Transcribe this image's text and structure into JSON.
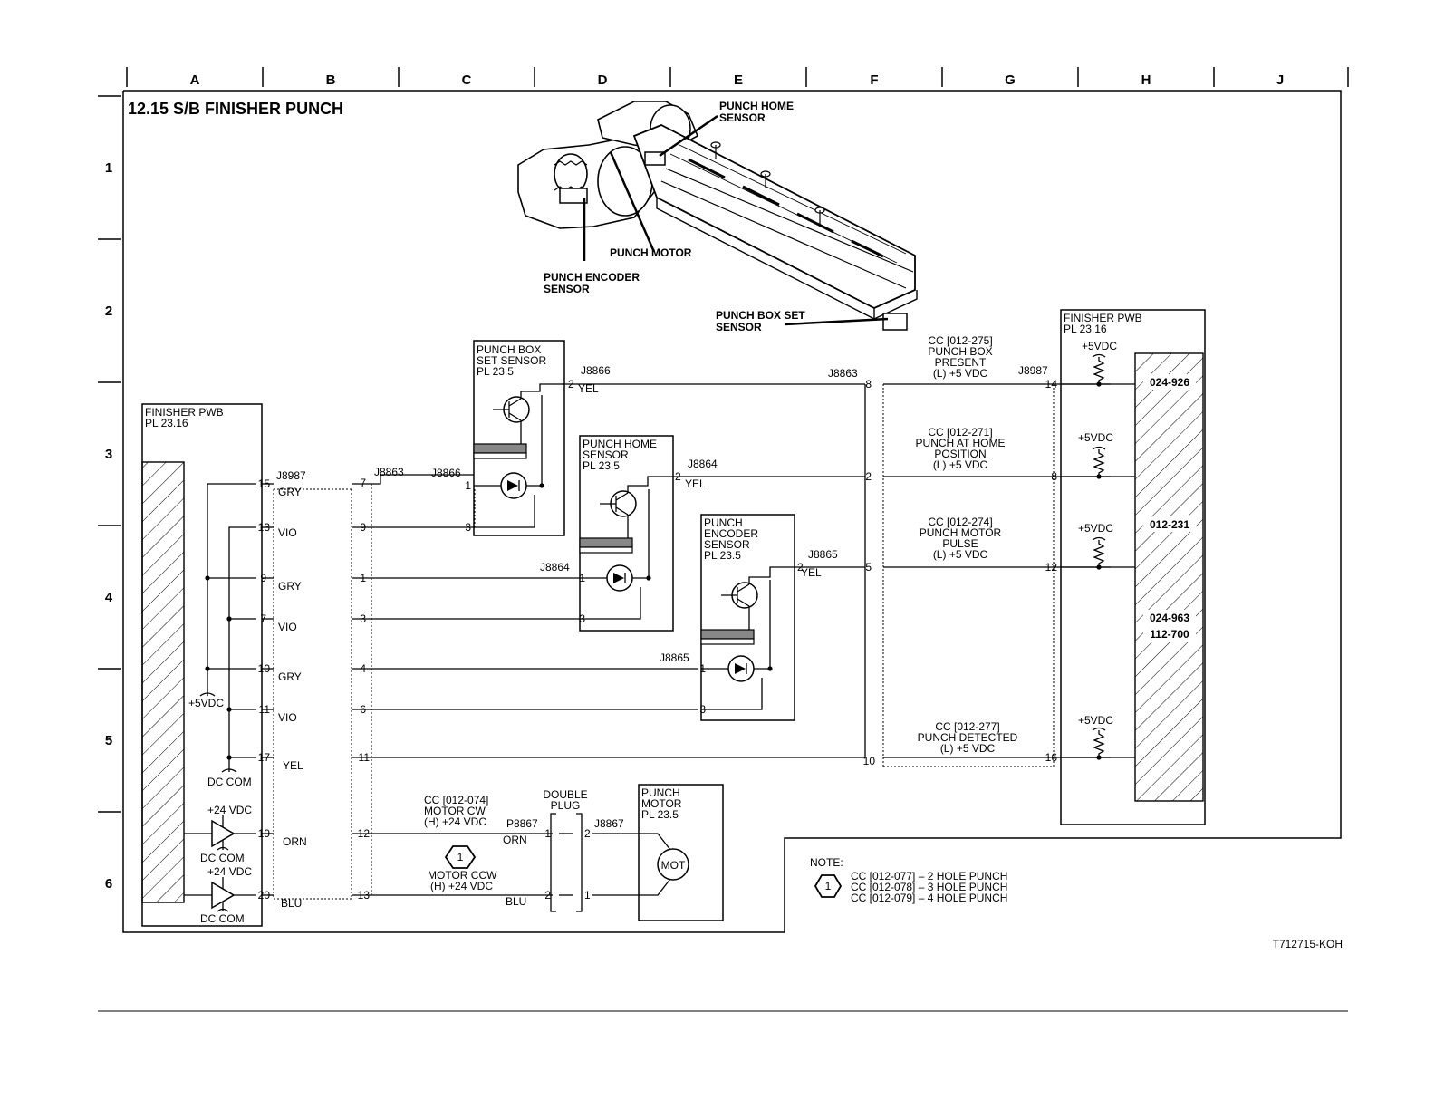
{
  "columns": [
    "A",
    "B",
    "C",
    "D",
    "E",
    "F",
    "G",
    "H",
    "J"
  ],
  "rows": [
    "1",
    "2",
    "3",
    "4",
    "5",
    "6"
  ],
  "title": "12.15  S/B FINISHER PUNCH",
  "illustration": {
    "punch_home_sensor_l1": "PUNCH HOME",
    "punch_home_sensor_l2": "SENSOR",
    "punch_motor": "PUNCH MOTOR",
    "punch_encoder_sensor_l1": "PUNCH ENCODER",
    "punch_encoder_sensor_l2": "SENSOR",
    "punch_box_set_sensor_l1": "PUNCH BOX SET",
    "punch_box_set_sensor_l2": "SENSOR"
  },
  "left_pwb": {
    "line1": "FINISHER PWB",
    "line2": "PL 23.16"
  },
  "right_pwb": {
    "line1": "FINISHER PWB",
    "line2": "PL 23.16"
  },
  "connectors": {
    "j8987": "J8987",
    "j8863": "J8863",
    "j8866": "J8866",
    "j8864": "J8864",
    "j8865": "J8865",
    "j8867": "J8867",
    "p8867": "P8867"
  },
  "voltages": {
    "p5vdc": "+5VDC",
    "dccom": "DC COM",
    "p24vdc": "+24 VDC"
  },
  "wire_colors": {
    "gry": "GRY",
    "vio": "VIO",
    "yel": "YEL",
    "orn": "ORN",
    "blu": "BLU"
  },
  "pins_left": [
    "15",
    "13",
    "9",
    "7",
    "10",
    "11",
    "17",
    "19",
    "20"
  ],
  "pins_j8863_left": [
    "7",
    "9",
    "1",
    "3",
    "4",
    "6",
    "11",
    "12",
    "13"
  ],
  "sensor_box": {
    "l1": "PUNCH BOX",
    "l2": "SET SENSOR",
    "l3": "PL 23.5"
  },
  "sensor_home": {
    "l1": "PUNCH HOME",
    "l2": "SENSOR",
    "l3": "PL 23.5"
  },
  "sensor_encoder": {
    "l1": "PUNCH",
    "l2": "ENCODER",
    "l3": "SENSOR",
    "l4": "PL 23.5"
  },
  "sensor_pins": {
    "p1": "1",
    "p2": "2",
    "p3": "3"
  },
  "signals": {
    "s1": {
      "l1": "CC [012-275]",
      "l2": "PUNCH BOX",
      "l3": "PRESENT",
      "l4": "(L) +5 VDC"
    },
    "s2": {
      "l1": "CC [012-271]",
      "l2": "PUNCH AT HOME",
      "l3": "POSITION",
      "l4": "(L) +5 VDC"
    },
    "s3": {
      "l1": "CC [012-274]",
      "l2": "PUNCH MOTOR",
      "l3": "PULSE",
      "l4": "(L) +5 VDC"
    },
    "s4": {
      "l1": "CC [012-277]",
      "l2": "PUNCH DETECTED",
      "l3": "(L) +5 VDC"
    }
  },
  "pins_j8863_right": [
    "8",
    "2",
    "5",
    "10"
  ],
  "pins_j8987_right": [
    "14",
    "8",
    "12",
    "16"
  ],
  "pwb_codes": [
    "024-926",
    "012-231",
    "024-963",
    "112-700"
  ],
  "motor_signals": {
    "cw_l1": "CC [012-074]",
    "cw_l2": "MOTOR  CW",
    "cw_l3": "(H) +24 VDC",
    "ccw_l1": "MOTOR CCW",
    "ccw_l2": "(H) +24 VDC"
  },
  "double_plug": {
    "l1": "DOUBLE",
    "l2": "PLUG"
  },
  "punch_motor_box": {
    "l1": "PUNCH",
    "l2": "MOTOR",
    "l3": "PL 23.5",
    "symbol": "MOT"
  },
  "plug_pins": {
    "a1": "1",
    "a2": "2",
    "b2": "2",
    "b1": "1"
  },
  "note": {
    "header": "NOTE:",
    "marker": "1",
    "line1": "CC [012-077] – 2 HOLE PUNCH",
    "line2": "CC [012-078] – 3 HOLE PUNCH",
    "line3": "CC [012-079] – 4 HOLE PUNCH"
  },
  "figure_id": "T712715-KOH"
}
